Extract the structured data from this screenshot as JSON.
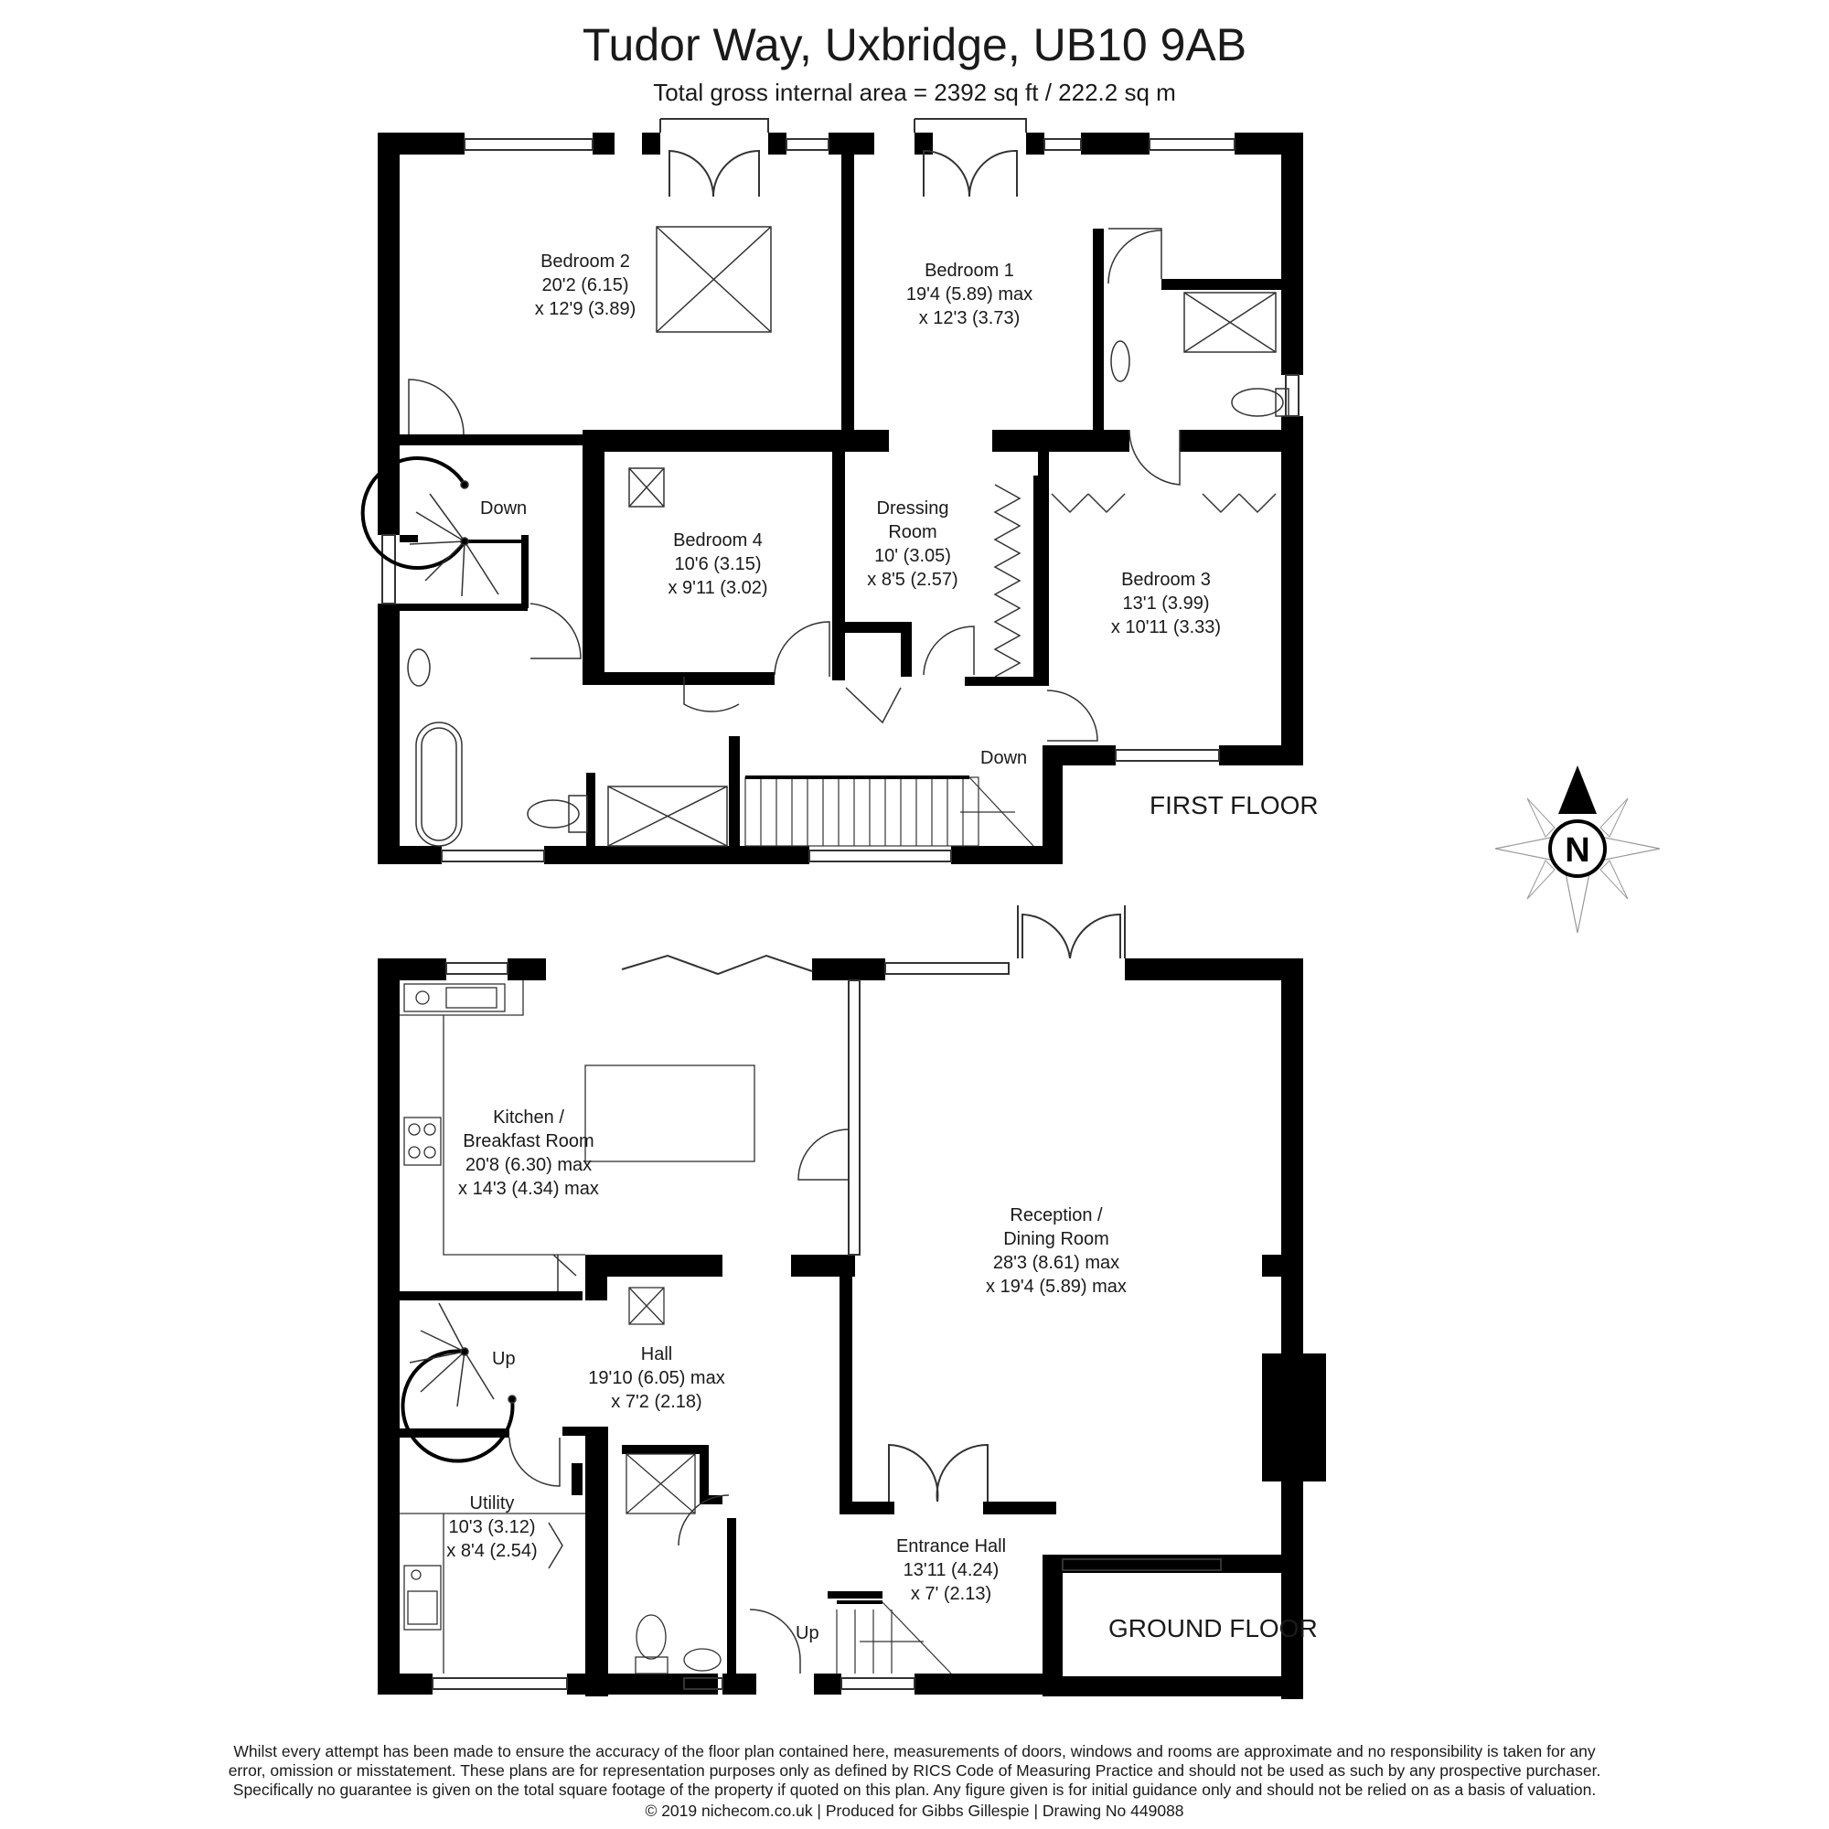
{
  "header": {
    "title": "Tudor Way, Uxbridge, UB10 9AB",
    "subtitle": "Total gross internal area =  2392 sq ft / 222.2 sq m"
  },
  "floors": {
    "first": {
      "label": "FIRST FLOOR",
      "rooms": [
        {
          "name": "Bedroom 2",
          "dim1": "20'2 (6.15)",
          "dim2": "x 12'9 (3.89)"
        },
        {
          "name": "Bedroom 1",
          "dim1": "19'4 (5.89) max",
          "dim2": "x 12'3 (3.73)"
        },
        {
          "name": "Bedroom 4",
          "dim1": "10'6 (3.15)",
          "dim2": "x 9'11 (3.02)"
        },
        {
          "name1": "Dressing",
          "name2": "Room",
          "dim1": "10' (3.05)",
          "dim2": "x 8'5 (2.57)"
        },
        {
          "name": "Bedroom 3",
          "dim1": "13'1 (3.99)",
          "dim2": "x 10'11 (3.33)"
        }
      ],
      "stairs": [
        "Down",
        "Down"
      ]
    },
    "ground": {
      "label": "GROUND FLOOR",
      "rooms": [
        {
          "name1": "Kitchen /",
          "name2": "Breakfast Room",
          "dim1": "20'8 (6.30) max",
          "dim2": "x 14'3 (4.34) max"
        },
        {
          "name1": "Reception /",
          "name2": "Dining Room",
          "dim1": "28'3 (8.61) max",
          "dim2": "x 19'4 (5.89) max"
        },
        {
          "name": "Hall",
          "dim1": "19'10 (6.05) max",
          "dim2": "x 7'2 (2.18)"
        },
        {
          "name": "Utility",
          "dim1": "10'3 (3.12)",
          "dim2": "x 8'4 (2.54)"
        },
        {
          "name": "Entrance Hall",
          "dim1": "13'11 (4.24)",
          "dim2": "x 7' (2.13)"
        }
      ],
      "stairs": [
        "Up",
        "Up"
      ]
    }
  },
  "compass": {
    "letter": "N"
  },
  "disclaimer": [
    "Whilst every attempt has been made to ensure the accuracy of the floor plan contained here, measurements of doors, windows and rooms are approximate and no responsibility is taken for any",
    "error, omission or misstatement. These plans are for representation purposes only as defined by RICS Code of Measuring Practice and should not be used as such by any prospective purchaser.",
    "Specifically no guarantee is given on the total square footage of the property if quoted on this plan. Any figure given is for initial guidance only and should not be relied on as a basis of valuation."
  ],
  "credits": "© 2019 nichecom.co.uk  |  Produced for Gibbs Gillespie  |  Drawing No 449088"
}
